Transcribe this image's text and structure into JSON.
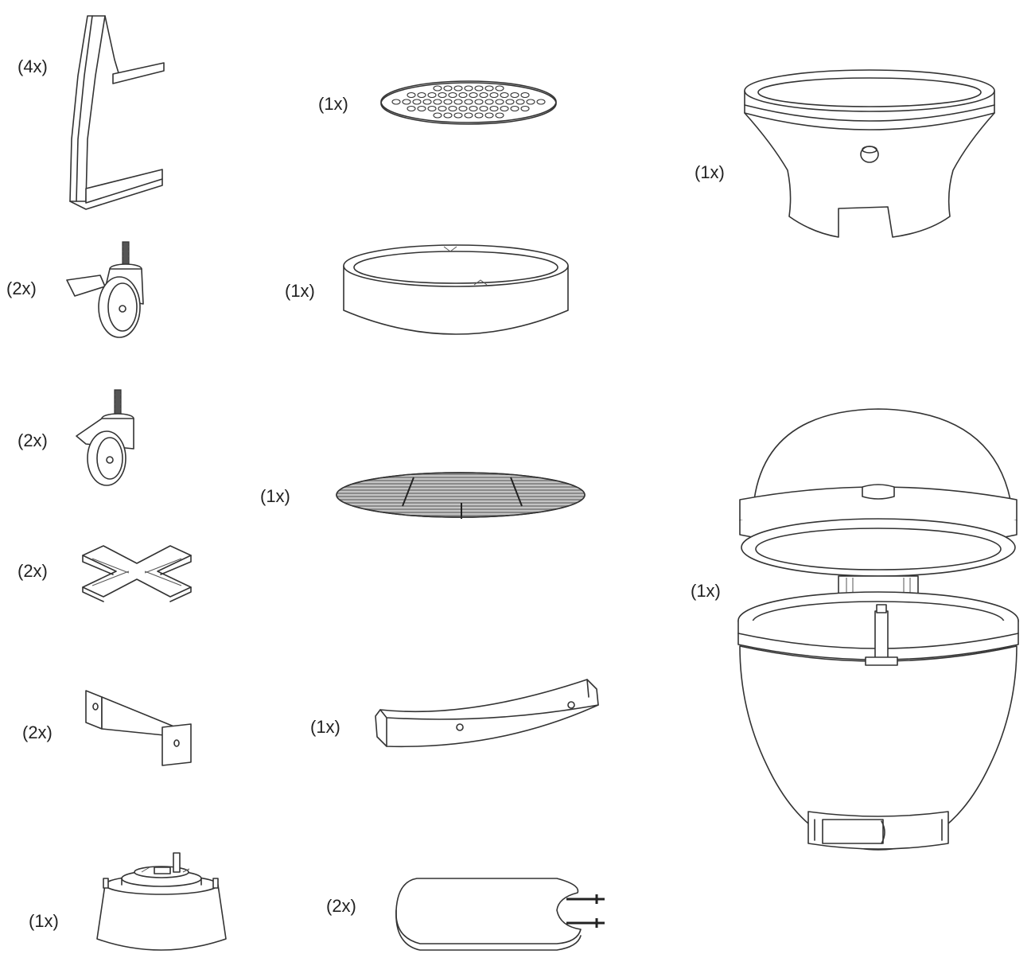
{
  "diagram": {
    "parts": [
      {
        "id": "leg",
        "quantity": "(4x)",
        "icon": "stand-leg-icon"
      },
      {
        "id": "caster-lock",
        "quantity": "(2x)",
        "icon": "locking-caster-icon"
      },
      {
        "id": "caster",
        "quantity": "(2x)",
        "icon": "caster-wheel-icon"
      },
      {
        "id": "cross-brace",
        "quantity": "(2x)",
        "icon": "cross-brace-icon"
      },
      {
        "id": "bracket",
        "quantity": "(2x)",
        "icon": "bracket-icon"
      },
      {
        "id": "bottom-vent",
        "quantity": "(1x)",
        "icon": "bottom-vent-icon"
      },
      {
        "id": "charcoal-grate",
        "quantity": "(1x)",
        "icon": "charcoal-grate-icon"
      },
      {
        "id": "fire-ring",
        "quantity": "(1x)",
        "icon": "fire-ring-icon"
      },
      {
        "id": "cooking-grid",
        "quantity": "(1x)",
        "icon": "cooking-grid-icon"
      },
      {
        "id": "handle",
        "quantity": "(1x)",
        "icon": "handle-icon"
      },
      {
        "id": "side-shelf",
        "quantity": "(2x)",
        "icon": "side-shelf-icon"
      },
      {
        "id": "firebox",
        "quantity": "(1x)",
        "icon": "firebox-icon"
      },
      {
        "id": "grill-body",
        "quantity": "(1x)",
        "icon": "kamado-grill-icon"
      }
    ]
  }
}
